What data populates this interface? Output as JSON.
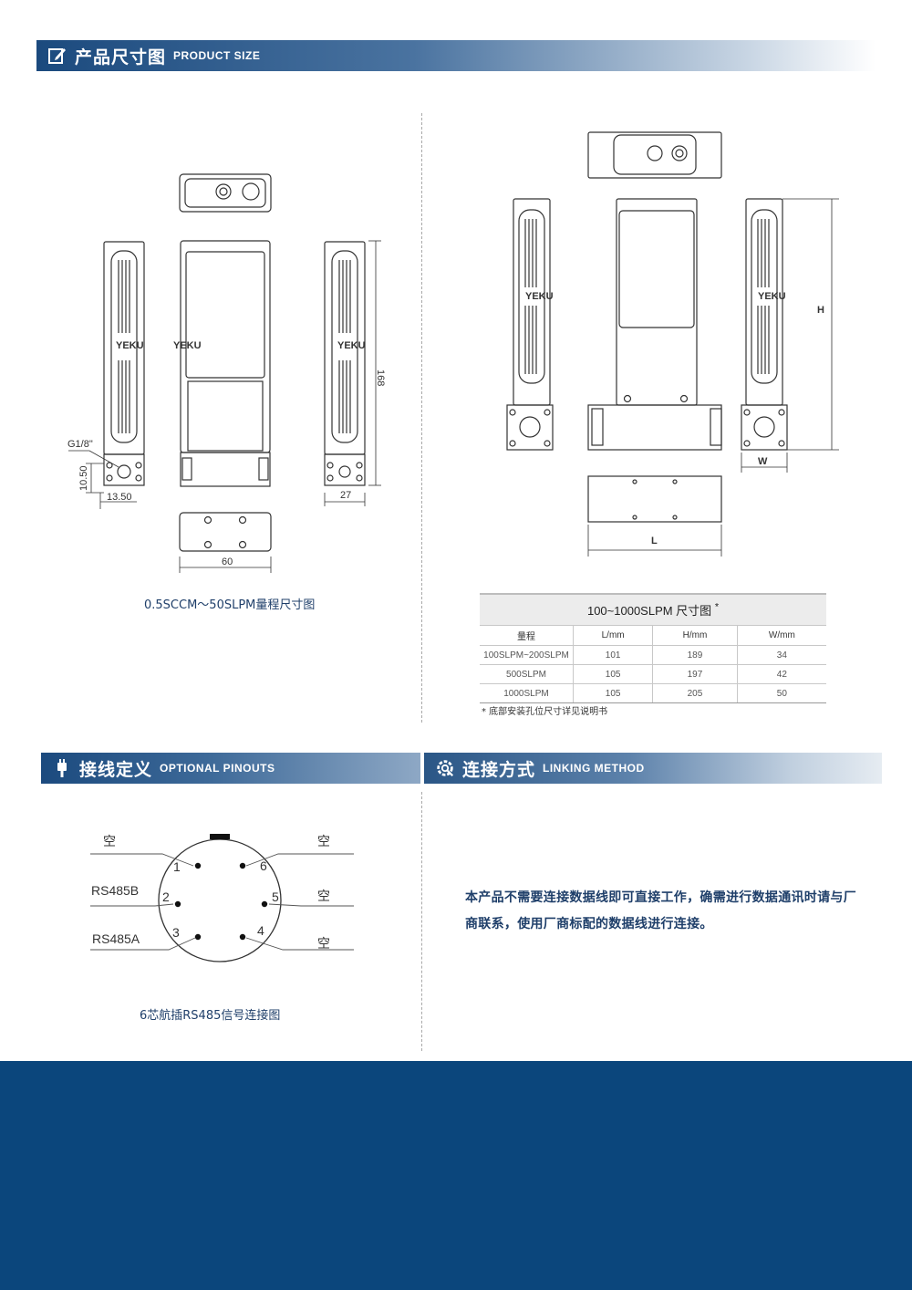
{
  "sections": {
    "product_size": {
      "title_zh": "产品尺寸图",
      "title_en": "PRODUCT SIZE"
    },
    "pinouts": {
      "title_zh": "接线定义",
      "title_en": "OPTIONAL PINOUTS"
    },
    "linking": {
      "title_zh": "连接方式",
      "title_en": "LINKING METHOD"
    }
  },
  "small_drawing": {
    "caption": "0.5SCCM～50SLPM量程尺寸图",
    "brand": "YEKU",
    "dims": {
      "thread": "G1/8\"",
      "d1050": "10.50",
      "d1350": "13.50",
      "height": "168",
      "depth": "27",
      "width": "60"
    }
  },
  "large_drawing": {
    "brand": "YEKU",
    "labels": {
      "h": "H",
      "w": "W",
      "l": "L"
    }
  },
  "size_table": {
    "title": "100~1000SLPM 尺寸图",
    "asterisk": "*",
    "headers": [
      "量程",
      "L/mm",
      "H/mm",
      "W/mm"
    ],
    "rows": [
      [
        "100SLPM~200SLPM",
        "101",
        "189",
        "34"
      ],
      [
        "500SLPM",
        "105",
        "197",
        "42"
      ],
      [
        "1000SLPM",
        "105",
        "205",
        "50"
      ]
    ],
    "note": "* 底部安装孔位尺寸详见说明书"
  },
  "pin_diagram": {
    "caption": "6芯航插RS485信号连接图",
    "pins": [
      {
        "num": "1",
        "label": "空"
      },
      {
        "num": "2",
        "label": "RS485B"
      },
      {
        "num": "3",
        "label": "RS485A"
      },
      {
        "num": "4",
        "label": "空"
      },
      {
        "num": "5",
        "label": "空"
      },
      {
        "num": "6",
        "label": "空"
      }
    ]
  },
  "linking_text": "本产品不需要连接数据线即可直接工作，确需进行数据通讯时请与厂商联系，使用厂商标配的数据线进行连接。",
  "colors": {
    "brand": "#1b4a7e",
    "footer": "#0b467c",
    "caption": "#1f3f6a"
  }
}
